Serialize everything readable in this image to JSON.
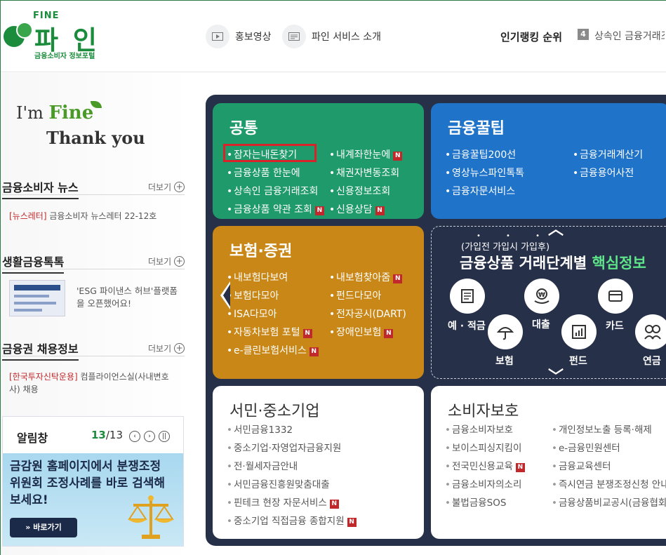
{
  "header": {
    "logo_fine": "FINE",
    "logo_name": "파 인",
    "logo_sub": "금융소비자 정보포털",
    "promo_video": "홍보영상",
    "service_intro": "파인 서비스 소개",
    "ranking_title": "인기랭킹 순위",
    "ranking_num": "4",
    "ranking_text": "상속인 금융거래조회"
  },
  "left": {
    "slogan_im": "I'm ",
    "slogan_fine": "Fine",
    "slogan_thanks": "Thank you",
    "news_title": "금융소비자 뉴스",
    "news_more": "더보기",
    "news_tag": "[뉴스레터]",
    "news_text": " 금융소비자 뉴스레터 22-12호",
    "life_title": "생활금융톡톡",
    "life_more": "더보기",
    "life_text": "'ESG 파이낸스 허브'플랫폼을 오픈했어요!",
    "job_title": "금융권 채용정보",
    "job_more": "더보기",
    "job_tag": "[한국투자신탁운용]",
    "job_text": " 컴플라이언스실(사내변호사) 채용",
    "alarm_title": "알림창",
    "alarm_current": "13",
    "alarm_total": "/13",
    "alarm_message": "금감원 홈페이지에서 분쟁조정위원회 조정사례를 바로 검색해 보세요!",
    "alarm_go": "» 바로가기"
  },
  "cards": {
    "common": {
      "title": "공통",
      "left": [
        "잠자는내돈찾기",
        "금융상품 한눈에",
        "상속인 금융거래조회",
        "금융상품 약관 조회"
      ],
      "right": [
        "내계좌한눈에",
        "채권자변동조회",
        "신용정보조회",
        "신용상담"
      ]
    },
    "tips": {
      "title": "금융꿀팁",
      "left": [
        "금융꿀팁200선",
        "영상뉴스파인톡톡",
        "금융자문서비스"
      ],
      "right": [
        "금융거래계산기",
        "금융용어사전"
      ]
    },
    "insurance": {
      "title": "보험·증권",
      "left": [
        "내보험다보여",
        "보험다모아",
        "ISA다모아",
        "자동차보험 포털",
        "e-클린보험서비스"
      ],
      "right": [
        "내보험찾아줌",
        "펀드다모아",
        "전자공시(DART)",
        "장애인보험"
      ]
    },
    "core": {
      "sub": "(가입전 가입시 가입후)",
      "title": "금융상품 거래단계별 ",
      "title_hl": "핵심정보",
      "deposit": "예 · 적금",
      "loan": "대출",
      "card": "카드",
      "insurance": "보험",
      "fund": "펀드",
      "pension": "연금"
    },
    "smb": {
      "title": "서민·중소기업",
      "items": [
        "서민금융1332",
        "중소기업·자영업자금융지원",
        "전·월세자금안내",
        "서민금융진흥원맞춤대출",
        "핀테크 현장 자문서비스",
        "중소기업 직접금융 종합지원"
      ]
    },
    "protect": {
      "title": "소비자보호",
      "left": [
        "금융소비자보호",
        "보이스피싱지킴이",
        "전국민신용교육",
        "금융소비자의소리",
        "불법금융SOS"
      ],
      "right": [
        "개인정보노출 등록·해제",
        "e-금융민원센터",
        "금융교육센터",
        "즉시연금 분쟁조정신청 안내",
        "금융상품비교공시(금융협회)"
      ]
    }
  },
  "badge_new": "N",
  "colors": {
    "brand_green": "#1a8c3c",
    "card_green": "#1f9a6b",
    "card_blue": "#1f73c8",
    "card_gold": "#c88716",
    "board_navy": "#273049",
    "highlight_red": "#d9232a"
  }
}
